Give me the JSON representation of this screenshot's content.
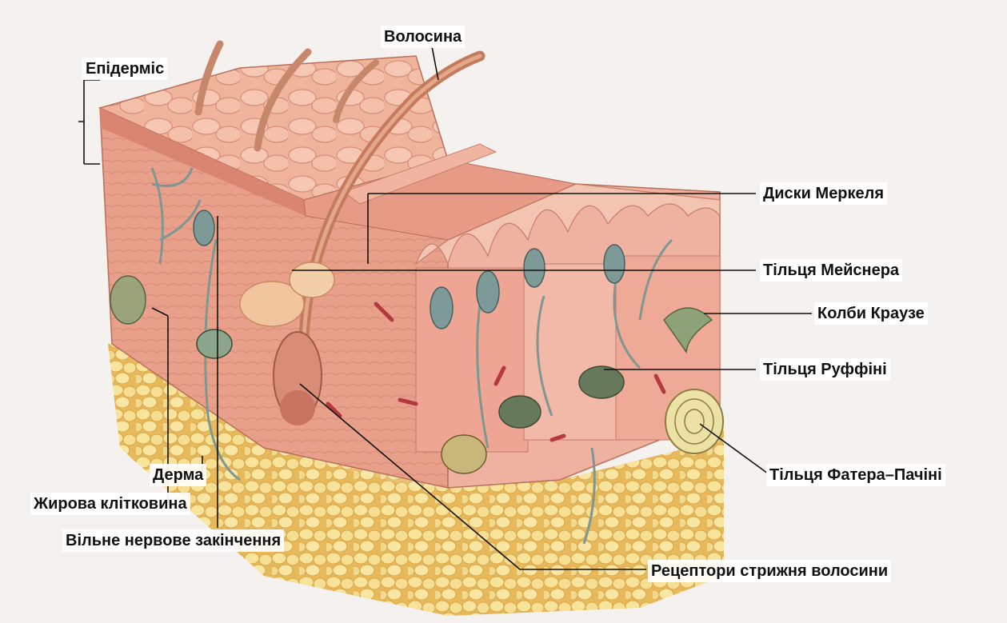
{
  "labels": {
    "epidermis": "Епідерміс",
    "hair": "Волосина",
    "merkel": "Диски Меркеля",
    "meissner": "Тільця Мейснера",
    "krause": "Колби Краузе",
    "ruffini": "Тільця Руффіні",
    "pacini": "Тільця Фатера–Пачіні",
    "dermis": "Дерма",
    "fat": "Жирова клітковина",
    "free_nerve": "Вільне нервове закінчення",
    "hair_receptors": "Рецептори стрижня волосини"
  },
  "colors": {
    "skin_top": "#f2b9a3",
    "dermis": "#e69a86",
    "fat": "#f5dc8a",
    "nerve": "#8aa39c",
    "line": "#111111"
  }
}
